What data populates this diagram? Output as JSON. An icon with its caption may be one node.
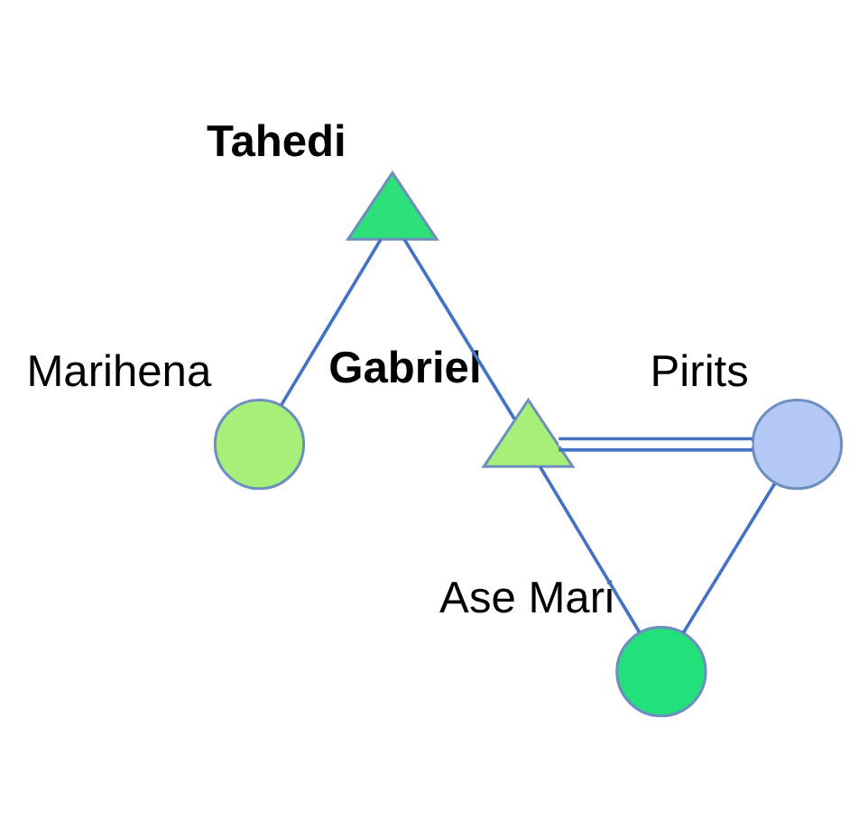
{
  "diagram": {
    "nodes": [
      {
        "text": [
          "Tahedi"
        ]
      },
      {
        "text": [
          "Marihena"
        ]
      },
      {
        "text": [
          "Gabriel"
        ]
      },
      {
        "text": [
          "Pirits"
        ]
      },
      {
        "text": [
          "Ase Mari"
        ]
      }
    ],
    "edges": [
      {
        "from": 0,
        "to": 1,
        "arrow": "none"
      },
      {
        "from": 0,
        "to": 2,
        "arrow": "none"
      },
      {
        "from": 2,
        "to": 3,
        "arrow": "none"
      },
      {
        "from": 2,
        "to": 4,
        "arrow": "none"
      },
      {
        "from": 3,
        "to": 4,
        "arrow": "none"
      }
    ]
  }
}
